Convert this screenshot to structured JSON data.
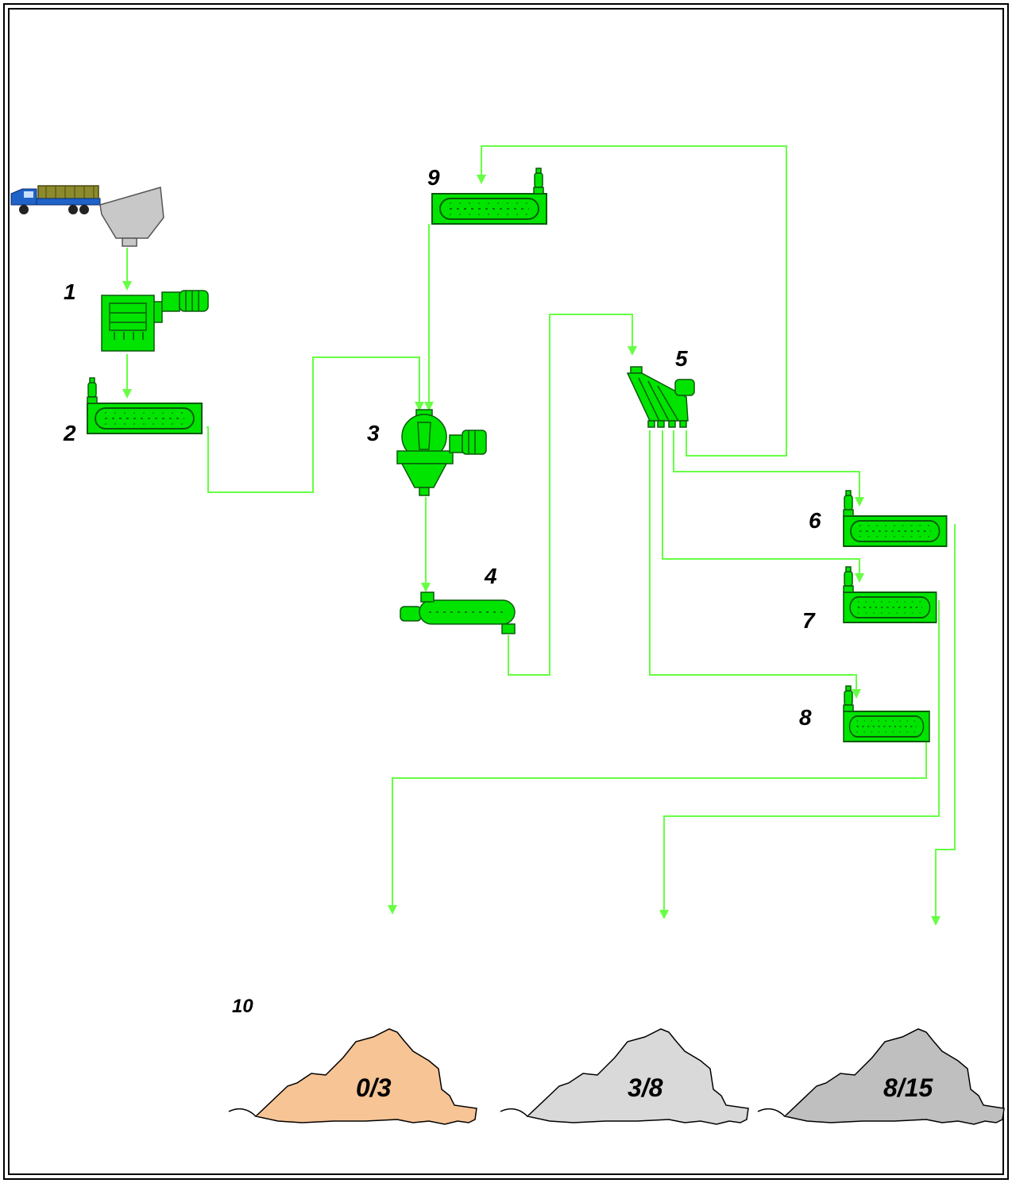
{
  "labels": {
    "n1": "1",
    "n2": "2",
    "n3": "3",
    "n4": "4",
    "n5": "5",
    "n6": "6",
    "n7": "7",
    "n8": "8",
    "n9": "9",
    "n10": "10"
  },
  "piles": [
    {
      "label": "0/3",
      "color": "#f7c496"
    },
    {
      "label": "3/8",
      "color": "#d9d9d9"
    },
    {
      "label": "8/15",
      "color": "#bfbfbf"
    }
  ],
  "colors": {
    "equipment": "#00e400",
    "equipment_dark": "#0a6b0a",
    "flow_line": "#66ff44",
    "truck_body": "#1f63c8",
    "truck_load": "#8c8a2c",
    "hopper": "#c8c8c8"
  }
}
